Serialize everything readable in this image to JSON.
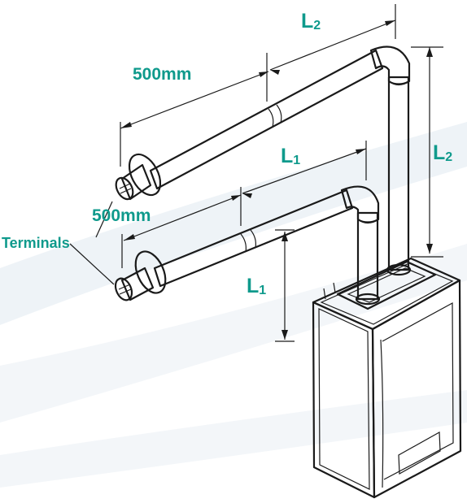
{
  "labels": {
    "l2_top": "L",
    "l2_top_sub": "2",
    "l2_right": "L",
    "l2_right_sub": "2",
    "l1_top": "L",
    "l1_top_sub": "1",
    "l1_left": "L",
    "l1_left_sub": "1",
    "len_upper": "500mm",
    "len_lower": "500mm",
    "terminals": "Terminals"
  },
  "colors": {
    "label": "#0f9a8c",
    "line": "#1a1a1a",
    "swoosh": "#eef3f7",
    "fill": "#ffffff"
  }
}
